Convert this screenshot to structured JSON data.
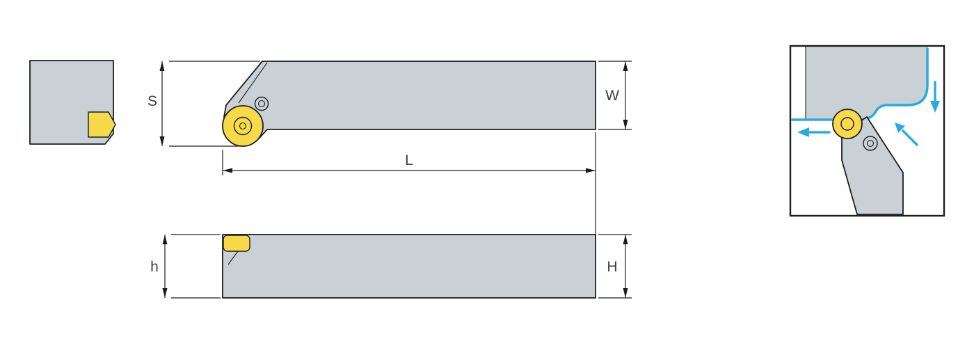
{
  "drawing": {
    "dimension_labels": {
      "head_height": "S",
      "shank_width": "W",
      "overall_length": "L",
      "point_height": "h",
      "shank_height": "H"
    },
    "colors": {
      "background": "#FFFFFF",
      "steel_gray": "#C9D1D6",
      "insert_yellow": "#F7DA4A",
      "outline_dark": "#1D1D1B",
      "label_gray": "#3C3C3B",
      "toolpath_blue": "#29ABE2"
    }
  }
}
